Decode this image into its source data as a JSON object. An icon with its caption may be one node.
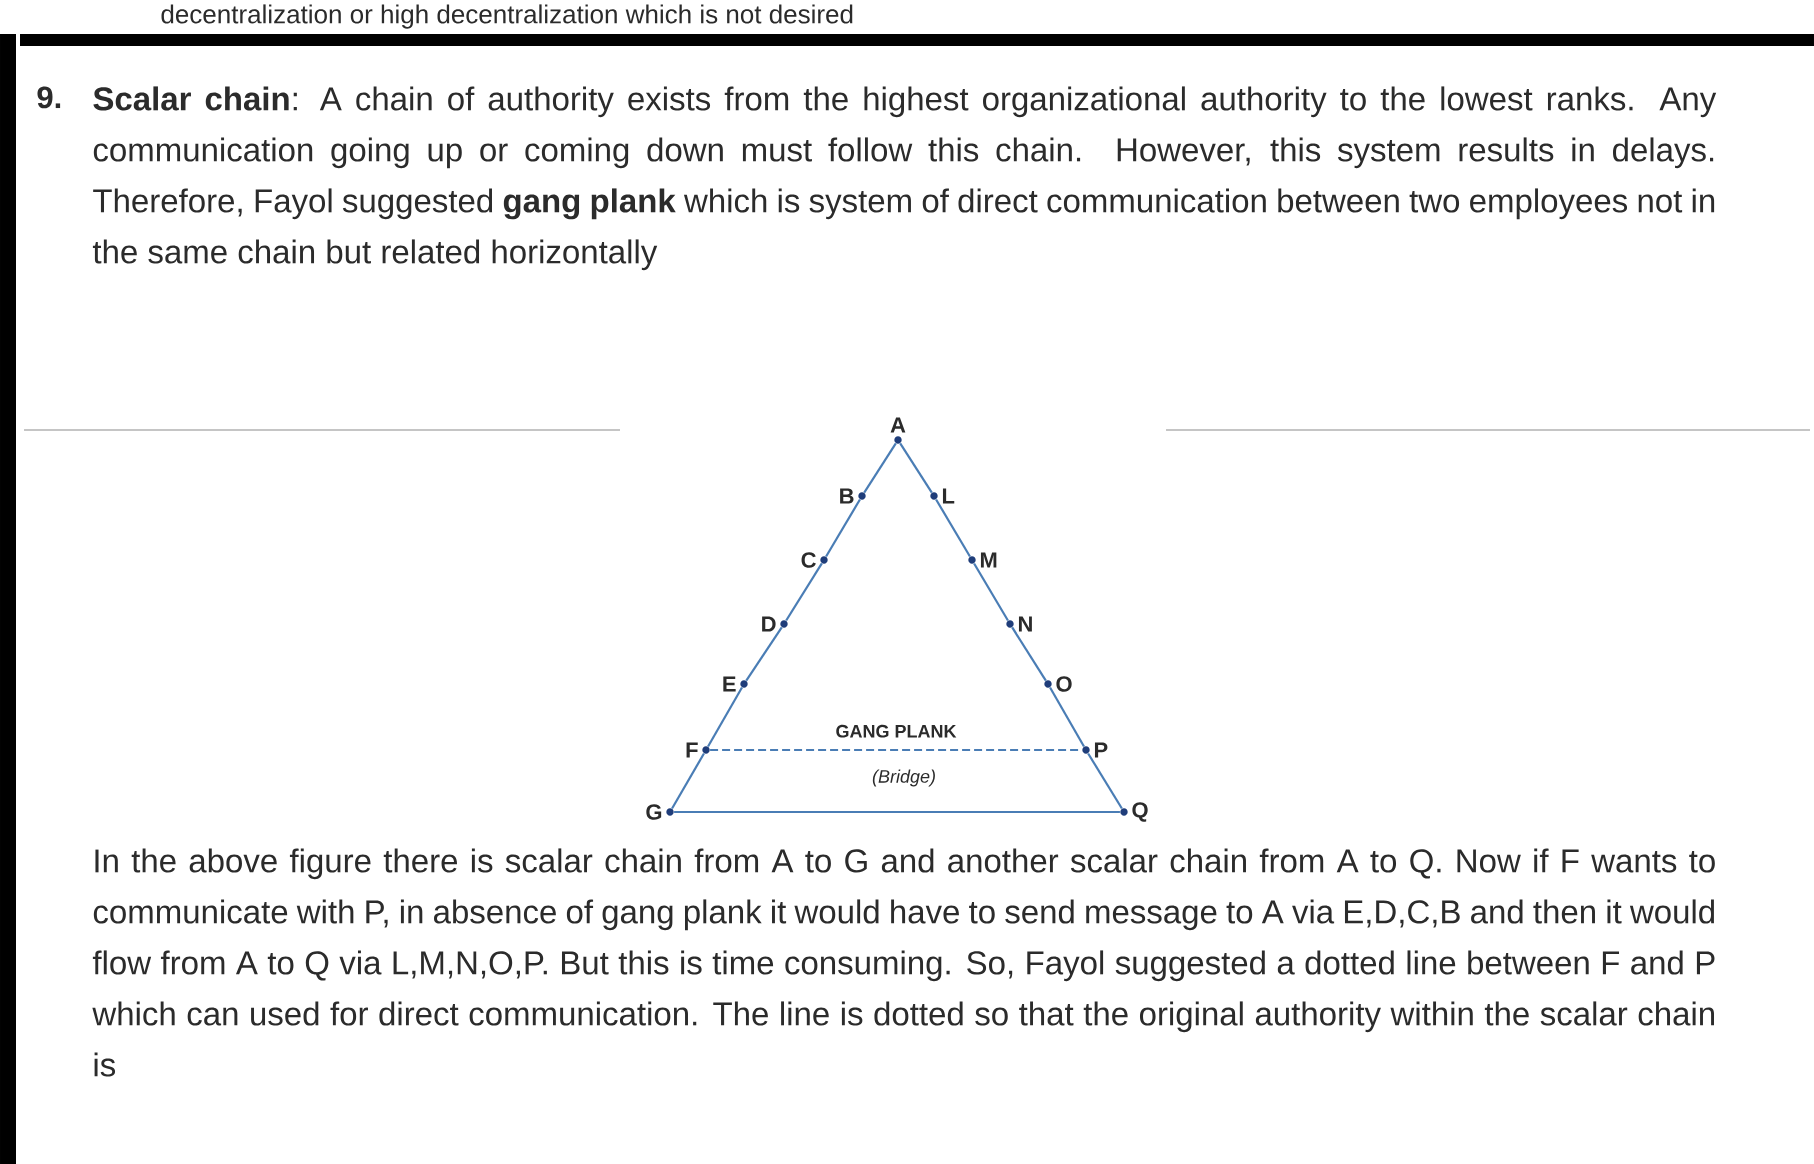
{
  "diagram": {
    "nodes": [
      {
        "text": [
          "A"
        ]
      },
      {
        "text": [
          "B"
        ]
      },
      {
        "text": [
          "C"
        ]
      },
      {
        "text": [
          "D"
        ]
      },
      {
        "text": [
          "E"
        ]
      },
      {
        "text": [
          "F"
        ]
      },
      {
        "text": [
          "G"
        ]
      },
      {
        "text": [
          "L"
        ]
      },
      {
        "text": [
          "M"
        ]
      },
      {
        "text": [
          "N"
        ]
      },
      {
        "text": [
          "O"
        ]
      },
      {
        "text": [
          "P"
        ]
      },
      {
        "text": [
          "Q"
        ]
      }
    ],
    "edges": [
      {
        "from": 0,
        "to": 1,
        "arrow": "none"
      },
      {
        "from": 1,
        "to": 2,
        "arrow": "none"
      },
      {
        "from": 2,
        "to": 3,
        "arrow": "none"
      },
      {
        "from": 3,
        "to": 4,
        "arrow": "none"
      },
      {
        "from": 4,
        "to": 5,
        "arrow": "none"
      },
      {
        "from": 5,
        "to": 6,
        "arrow": "none"
      },
      {
        "from": 0,
        "to": 7,
        "arrow": "none"
      },
      {
        "from": 7,
        "to": 8,
        "arrow": "none"
      },
      {
        "from": 8,
        "to": 9,
        "arrow": "none"
      },
      {
        "from": 9,
        "to": 10,
        "arrow": "none"
      },
      {
        "from": 10,
        "to": 11,
        "arrow": "none"
      },
      {
        "from": 11,
        "to": 12,
        "arrow": "none"
      },
      {
        "from": 6,
        "to": 12,
        "arrow": "none"
      },
      {
        "from": 5,
        "to": 11,
        "arrow": "none",
        "style": "dashed",
        "label": "GANG PLANK"
      }
    ],
    "labels": [
      "decentralization or high decentralization which is not desired",
      "9.",
      "**Scalar chain**: A chain of authority exists from the highest organizational authority to the lowest ranks. Any communication going up or coming down must follow this chain. However, this system results in delays. Therefore, Fayol suggested **gang plank** which is system of direct communication between two employees not in the same chain but related horizontally",
      "(Bridge)",
      "In the above figure there is scalar chain from A to G and another scalar chain from A to Q. Now if F wants to communicate with P, in absence of gang plank it would have to send message to A via E,D,C,B and then it would flow from A to Q via L,M,N,O,P. But this is time consuming. So, Fayol suggested a dotted line between F and P which can used for direct communication. The line is dotted so that the original authority within the scalar chain is"
    ]
  }
}
